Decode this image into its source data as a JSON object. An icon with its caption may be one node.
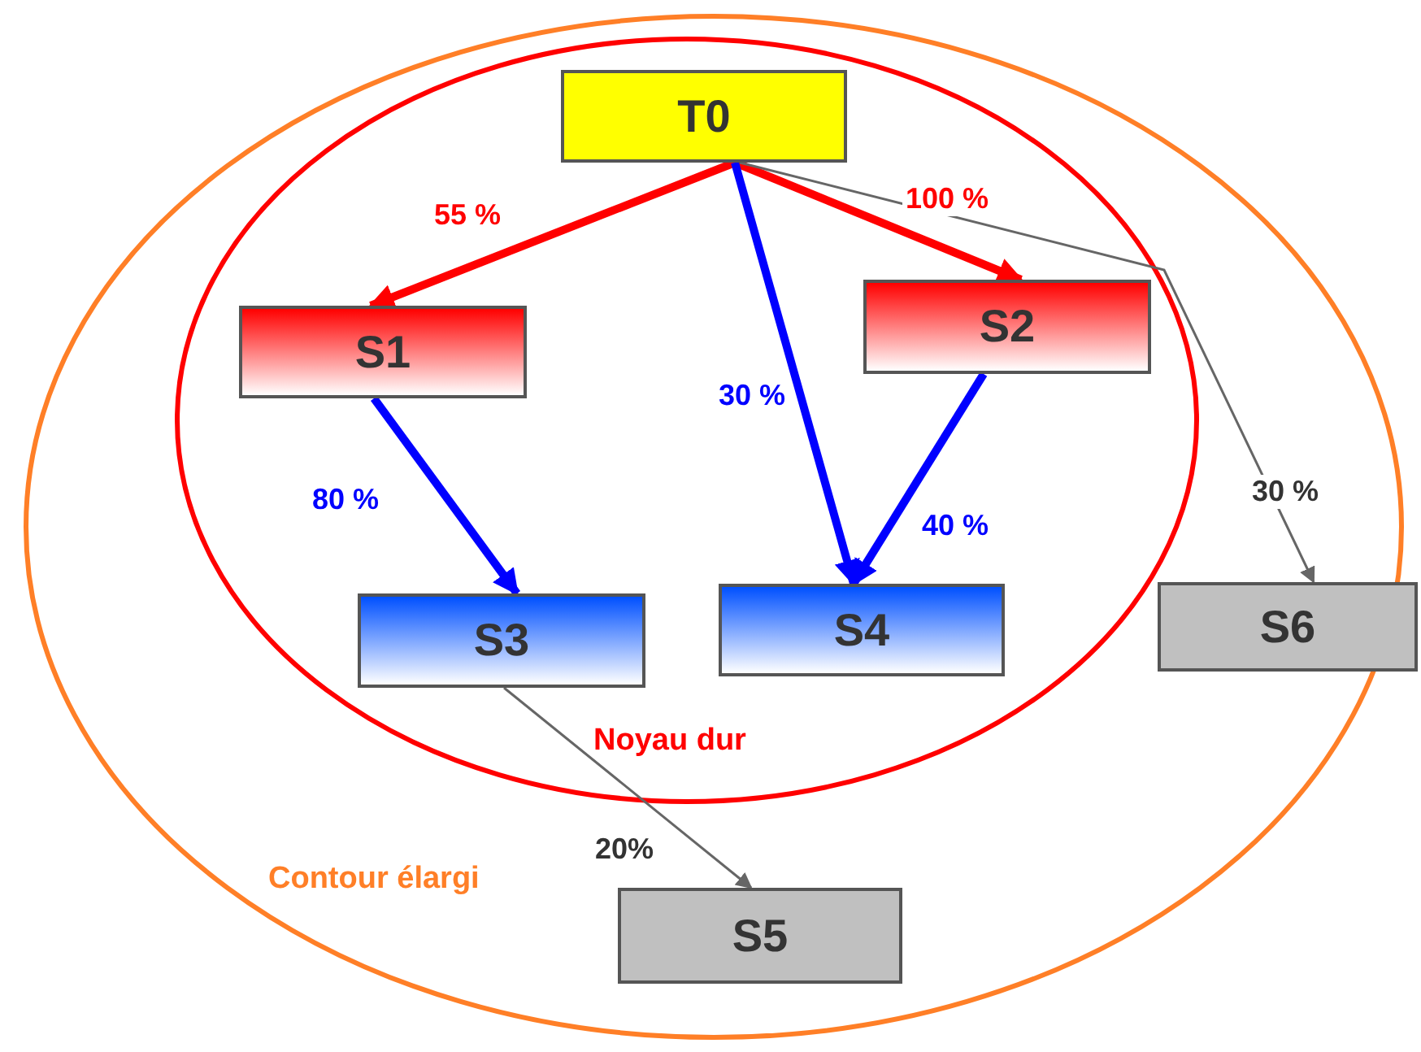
{
  "diagram": {
    "nodes": [
      {
        "text": [
          "Contour élargi"
        ]
      },
      {
        "text": [
          "Noyau dur"
        ],
        "in": 0
      },
      {
        "text": [
          "T0"
        ],
        "in": 1
      },
      {
        "text": [
          "S1"
        ],
        "in": 1
      },
      {
        "text": [
          "S2"
        ],
        "in": 1
      },
      {
        "text": [
          "S3"
        ],
        "in": 1
      },
      {
        "text": [
          "S4"
        ],
        "in": 1
      },
      {
        "text": [
          "S6"
        ]
      },
      {
        "text": [
          "S5"
        ],
        "in": 0
      }
    ],
    "edges": [
      {
        "from": 2,
        "to": 3,
        "arrow": "to",
        "label": "55 %",
        "color": "#ff0000"
      },
      {
        "from": 2,
        "to": 4,
        "arrow": "to",
        "label": "100 %",
        "color": "#ff0000"
      },
      {
        "from": 2,
        "to": 6,
        "arrow": "to",
        "label": "30 %",
        "color": "#0000ff"
      },
      {
        "from": 3,
        "to": 5,
        "arrow": "to",
        "label": "80 %",
        "color": "#0000ff"
      },
      {
        "from": 4,
        "to": 6,
        "arrow": "to",
        "label": "40 %",
        "color": "#0000ff"
      },
      {
        "from": 2,
        "to": 7,
        "arrow": "to",
        "label": "30 %",
        "color": "#666666"
      },
      {
        "from": 5,
        "to": 8,
        "arrow": "to",
        "label": "20%",
        "color": "#666666"
      }
    ]
  }
}
